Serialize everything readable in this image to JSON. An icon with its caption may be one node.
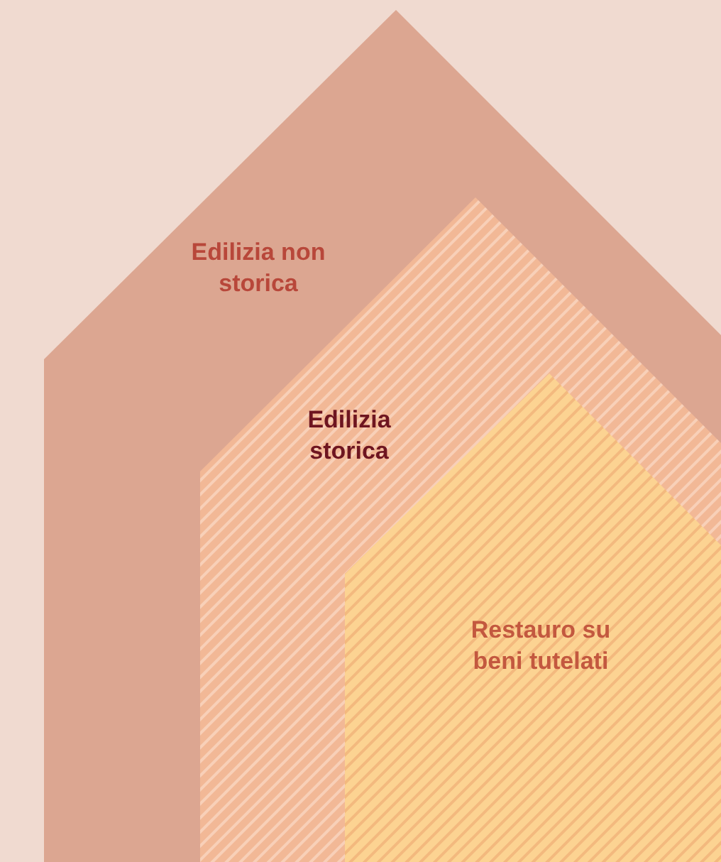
{
  "diagram": {
    "nodes": [
      {
        "text": [
          "Edilizia non storica"
        ]
      },
      {
        "text": [
          "Edilizia storica"
        ],
        "in": 0
      },
      {
        "text": [
          "Restauro su beni tutelati"
        ],
        "in": 1
      }
    ]
  }
}
